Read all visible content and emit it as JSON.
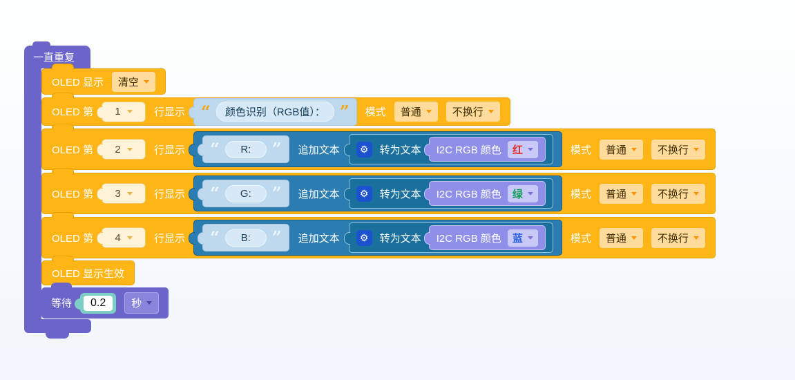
{
  "loop": {
    "label": "一直重复"
  },
  "clear_block": {
    "label": "OLED 显示",
    "dropdown": "清空"
  },
  "line_block": {
    "prefix": "OLED 第",
    "suffix": "行显示",
    "mode_label": "模式",
    "mode": "普通",
    "wrap": "不换行"
  },
  "title_row": {
    "line": "1",
    "text": "颜色识别（RGB值）："
  },
  "rgb_rows": [
    {
      "line": "2",
      "text": "R:",
      "channel": "红",
      "channel_color": "#e02b2b"
    },
    {
      "line": "3",
      "text": "G:",
      "channel": "绿",
      "channel_color": "#0f9d58"
    },
    {
      "line": "4",
      "text": "B:",
      "channel": "蓝",
      "channel_color": "#2b5fe0"
    }
  ],
  "append_label": "追加文本",
  "convert_block": {
    "label": "转为文本"
  },
  "i2c_block": {
    "label": "I2C RGB 颜色"
  },
  "effect_block": {
    "label": "OLED 显示生效"
  },
  "wait_block": {
    "label": "等待",
    "value": "0.2",
    "unit": "秒"
  },
  "icons": {
    "gear": "⚙",
    "quote_open": "“",
    "quote_close": "”"
  },
  "colors": {
    "block_yellow": "#ffb515",
    "block_blue": "#2b7db1",
    "block_blue_dark": "#19709d",
    "block_lavender": "#8f8fea",
    "block_purple": "#6b64c9",
    "string_slot": "#bed9ed",
    "background": "#f4f8fd"
  }
}
